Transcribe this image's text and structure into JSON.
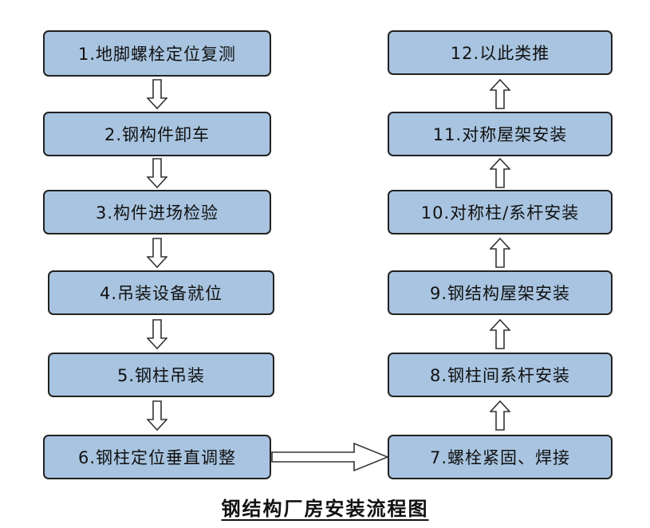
{
  "steps": {
    "s1": "1.地脚螺栓定位复测",
    "s2": "2.钢构件卸车",
    "s3": "3.构件进场检验",
    "s4": "4.吊装设备就位",
    "s5": "5.钢柱吊装",
    "s6": "6.钢柱定位垂直调整",
    "s7": "7.螺栓紧固、焊接",
    "s8": "8.钢柱间系杆安装",
    "s9": "9.钢结构屋架安装",
    "s10": "10.对称柱/系杆安装",
    "s11": "11.对称屋架安装",
    "s12": "12.以此类推"
  },
  "caption": "钢结构厂房安装流程图",
  "colors": {
    "box_fill": "#a8c4e0",
    "box_border": "#222222",
    "arrow_stroke": "#333333"
  }
}
